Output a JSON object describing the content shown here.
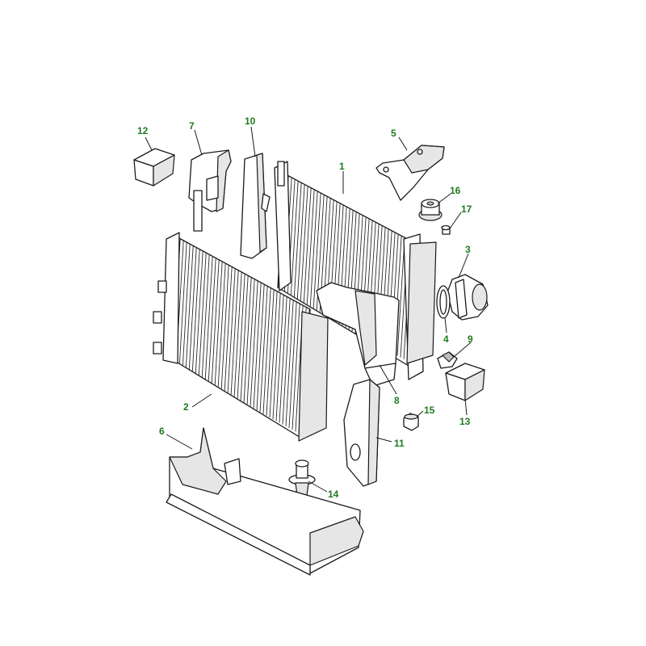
{
  "colors": {
    "callout": "#1f7a1f",
    "line": "#1a1a1a",
    "fill": "#ffffff",
    "shade": "#e6e6e6"
  },
  "callouts": [
    {
      "id": "c1",
      "label": "1"
    },
    {
      "id": "c2",
      "label": "2"
    },
    {
      "id": "c3",
      "label": "3"
    },
    {
      "id": "c4",
      "label": "4"
    },
    {
      "id": "c5",
      "label": "5"
    },
    {
      "id": "c6",
      "label": "6"
    },
    {
      "id": "c7",
      "label": "7"
    },
    {
      "id": "c8",
      "label": "8"
    },
    {
      "id": "c9",
      "label": "9"
    },
    {
      "id": "c10",
      "label": "10"
    },
    {
      "id": "c11",
      "label": "11"
    },
    {
      "id": "c12",
      "label": "12"
    },
    {
      "id": "c13",
      "label": "13"
    },
    {
      "id": "c14",
      "label": "14"
    },
    {
      "id": "c15",
      "label": "15"
    },
    {
      "id": "c16",
      "label": "16"
    },
    {
      "id": "c17",
      "label": "17"
    }
  ]
}
